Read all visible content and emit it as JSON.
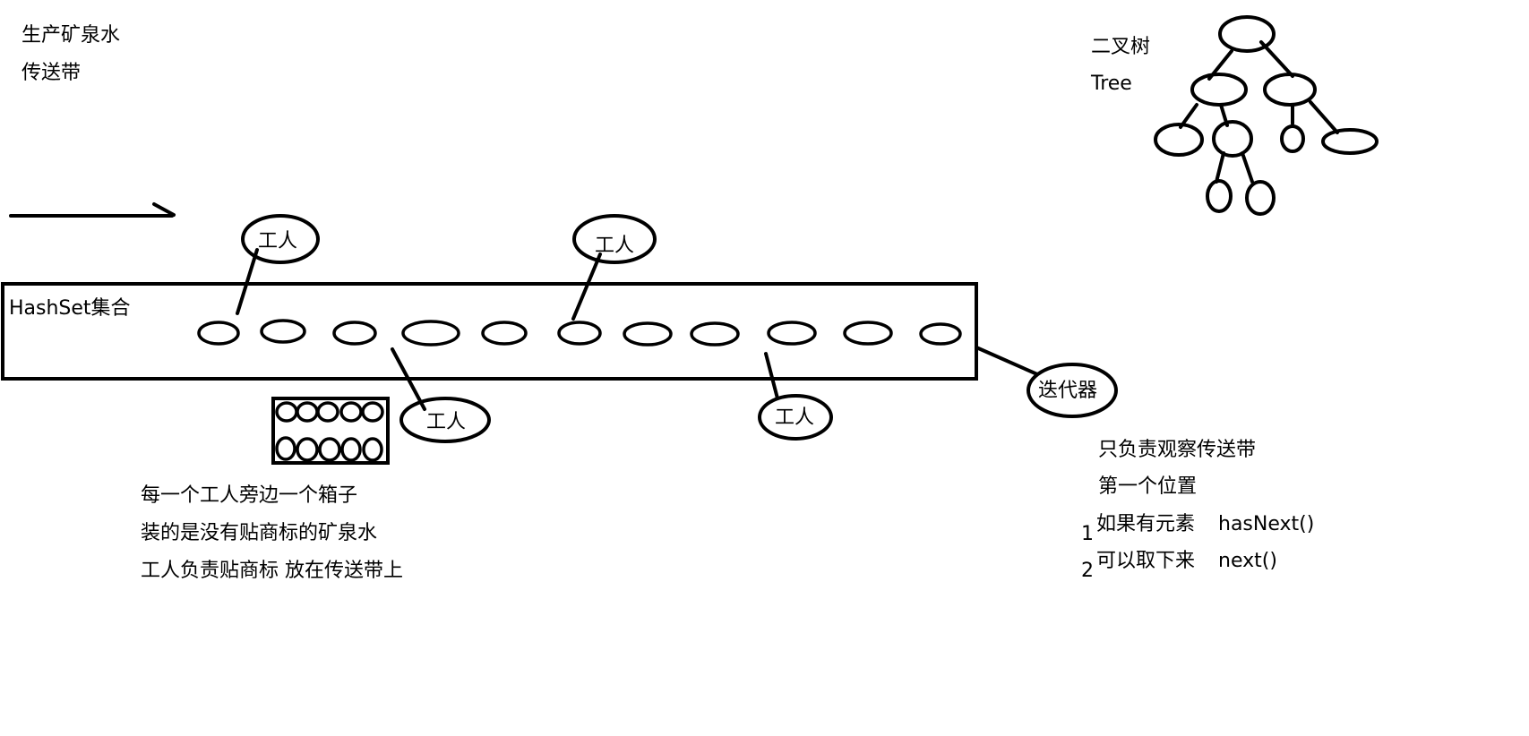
{
  "title_lines": [
    "生产矿泉水",
    "传送带"
  ],
  "tree": {
    "label_cn": "二叉树",
    "label_en": "Tree"
  },
  "set_label": "HashSet集合",
  "worker_label": "工人",
  "iterator_label": "迭代器",
  "box_notes": [
    "每一个工人旁边一个箱子",
    "装的是没有贴商标的矿泉水",
    "工人负责贴商标 放在传送带上"
  ],
  "iterator_notes": [
    "只负责观察传送带",
    "第一个位置"
  ],
  "steps": [
    {
      "number": "1",
      "text": "如果有元素",
      "method": "hasNext()"
    },
    {
      "number": "2",
      "text": "可以取下来",
      "method": "next()"
    }
  ],
  "colors": {
    "stroke": "#000000",
    "background": "#ffffff"
  }
}
